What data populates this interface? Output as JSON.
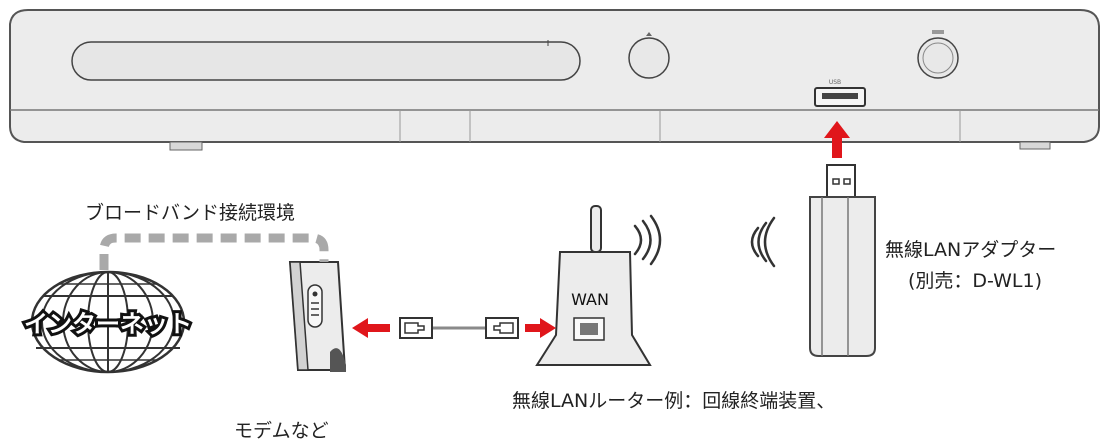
{
  "labels": {
    "broadband": "ブロードバンド接続環境",
    "internet": "インターネット",
    "modem": "モデムなど",
    "router": "無線LANルーター例：回線終端装置、",
    "wan": "WAN",
    "adapter_name": "無線LANアダプター",
    "adapter_note": "(別売：D-WL1)",
    "player_usb": "USB"
  },
  "colors": {
    "device_fill": "#ececec",
    "device_stroke": "#555555",
    "dashed_line": "#a9a9a9",
    "arrow_red": "#e0161b",
    "cable": "#8a8a8a"
  },
  "icons": {
    "internet": "globe-icon",
    "wifi": "wifi-waves-icon",
    "arrow": "red-arrow-icon",
    "connector": "lan-plug-icon"
  }
}
